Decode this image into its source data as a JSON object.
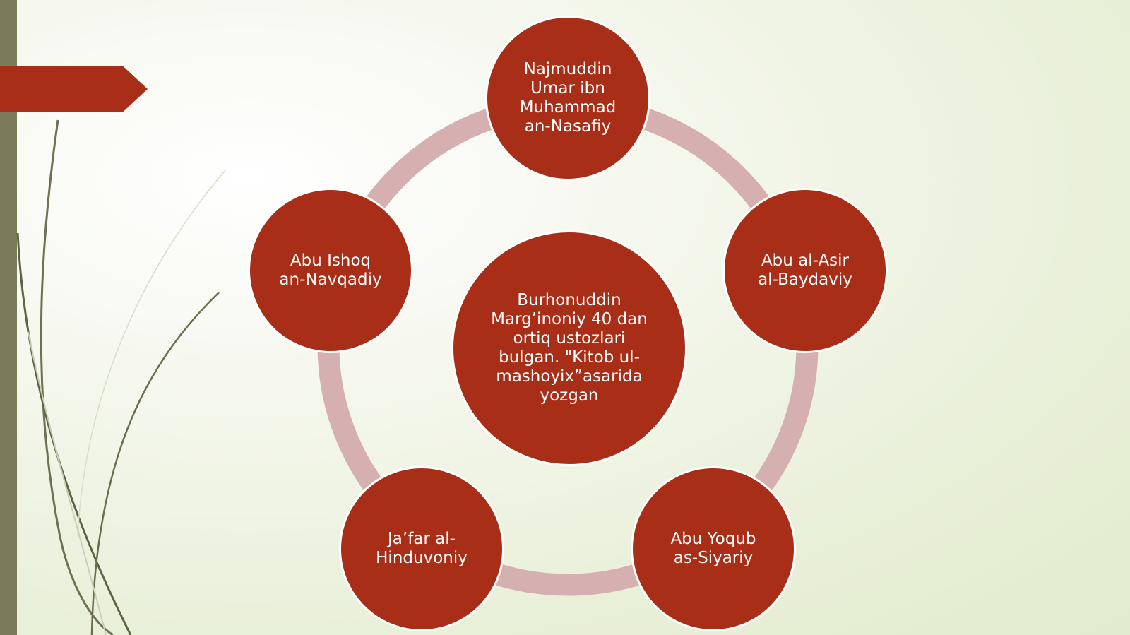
{
  "diagram": {
    "center": {
      "label": "Burhonuddin\nMarg’inoniy 40 dan\nortiq ustozlari\nbulgan. \"Kitob ul-\nmashoyix”asarida\nyozgan"
    },
    "nodes": [
      {
        "label": "Najmuddin\nUmar ibn\nMuhammad\nan-Nasafiy"
      },
      {
        "label": "Abu al-Asir\nal-Baydaviy"
      },
      {
        "label": "Abu Yoqub\nas-Siyariy"
      },
      {
        "label": "Ja’far al-\nHinduvoniy"
      },
      {
        "label": "Abu Ishoq\nan-Navqadiy"
      }
    ]
  },
  "colors": {
    "node_fill": "#a82e17",
    "ring": "#d6b0b0",
    "side_bar": "#7b7b5c",
    "text": "#ffffff"
  }
}
